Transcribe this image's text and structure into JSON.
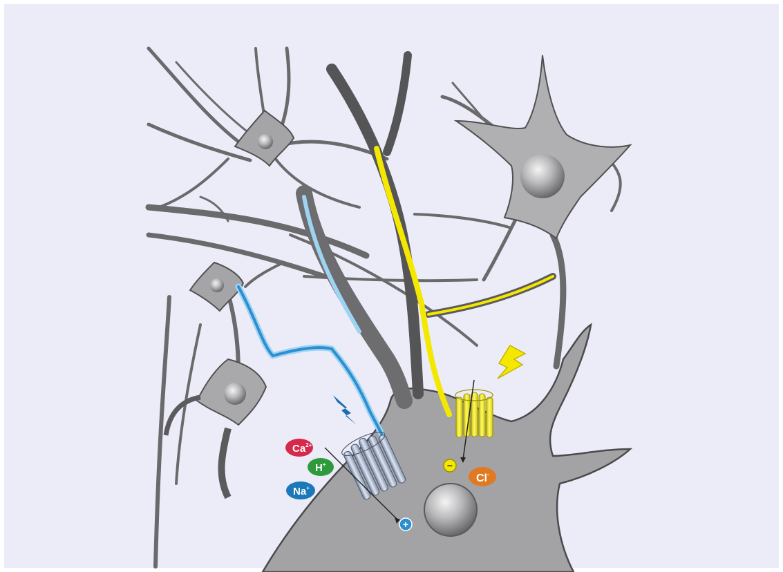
{
  "colors": {
    "background": "#ececf8",
    "neuron_fill": "#a9a9ab",
    "neuron_dark": "#5b5b5d",
    "neuron_outline": "#4a4a4c",
    "excitatory_highlight": "#2b8fd0",
    "excitatory_glow": "#9fd3f2",
    "inhibitory_highlight": "#f4e800",
    "ion_calcium": "#d62a4c",
    "ion_proton": "#2f9a3c",
    "ion_sodium": "#1c78b8",
    "ion_chloride": "#e07a22"
  },
  "ions": {
    "calcium": {
      "label": "Ca",
      "superscript": "2+"
    },
    "proton": {
      "label": "H",
      "superscript": "+"
    },
    "sodium": {
      "label": "Na",
      "superscript": "+"
    },
    "chloride": {
      "label": "Cl",
      "superscript": "-"
    }
  },
  "charges": {
    "positive": "+",
    "negative": "−"
  },
  "icons": {
    "excitatory_signal": "lightning-bolt-icon",
    "inhibitory_signal": "lightning-bolt-icon"
  }
}
